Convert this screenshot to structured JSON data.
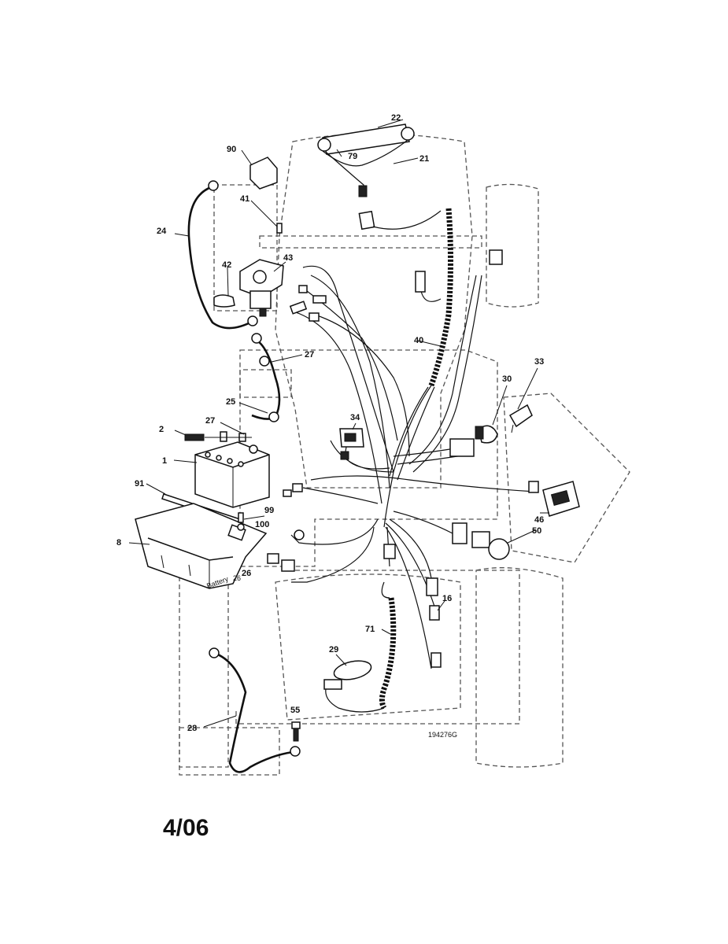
{
  "diagram": {
    "drawing_number": "194276G",
    "date_stamp": "4/06",
    "battery_box_text": "Battery",
    "callouts": {
      "c1": "1",
      "c2": "2",
      "c8": "8",
      "c16": "16",
      "c21": "21",
      "c22": "22",
      "c24": "24",
      "c25": "25",
      "c26": "26",
      "c26b": "26",
      "c27a": "27",
      "c27b": "27",
      "c28": "28",
      "c29": "29",
      "c30": "30",
      "c33": "33",
      "c34": "34",
      "c40": "40",
      "c41": "41",
      "c42": "42",
      "c43": "43",
      "c46": "46",
      "c50": "50",
      "c55": "55",
      "c71": "71",
      "c79": "79",
      "c90": "90",
      "c91": "91",
      "c99": "99",
      "c100": "100"
    }
  }
}
